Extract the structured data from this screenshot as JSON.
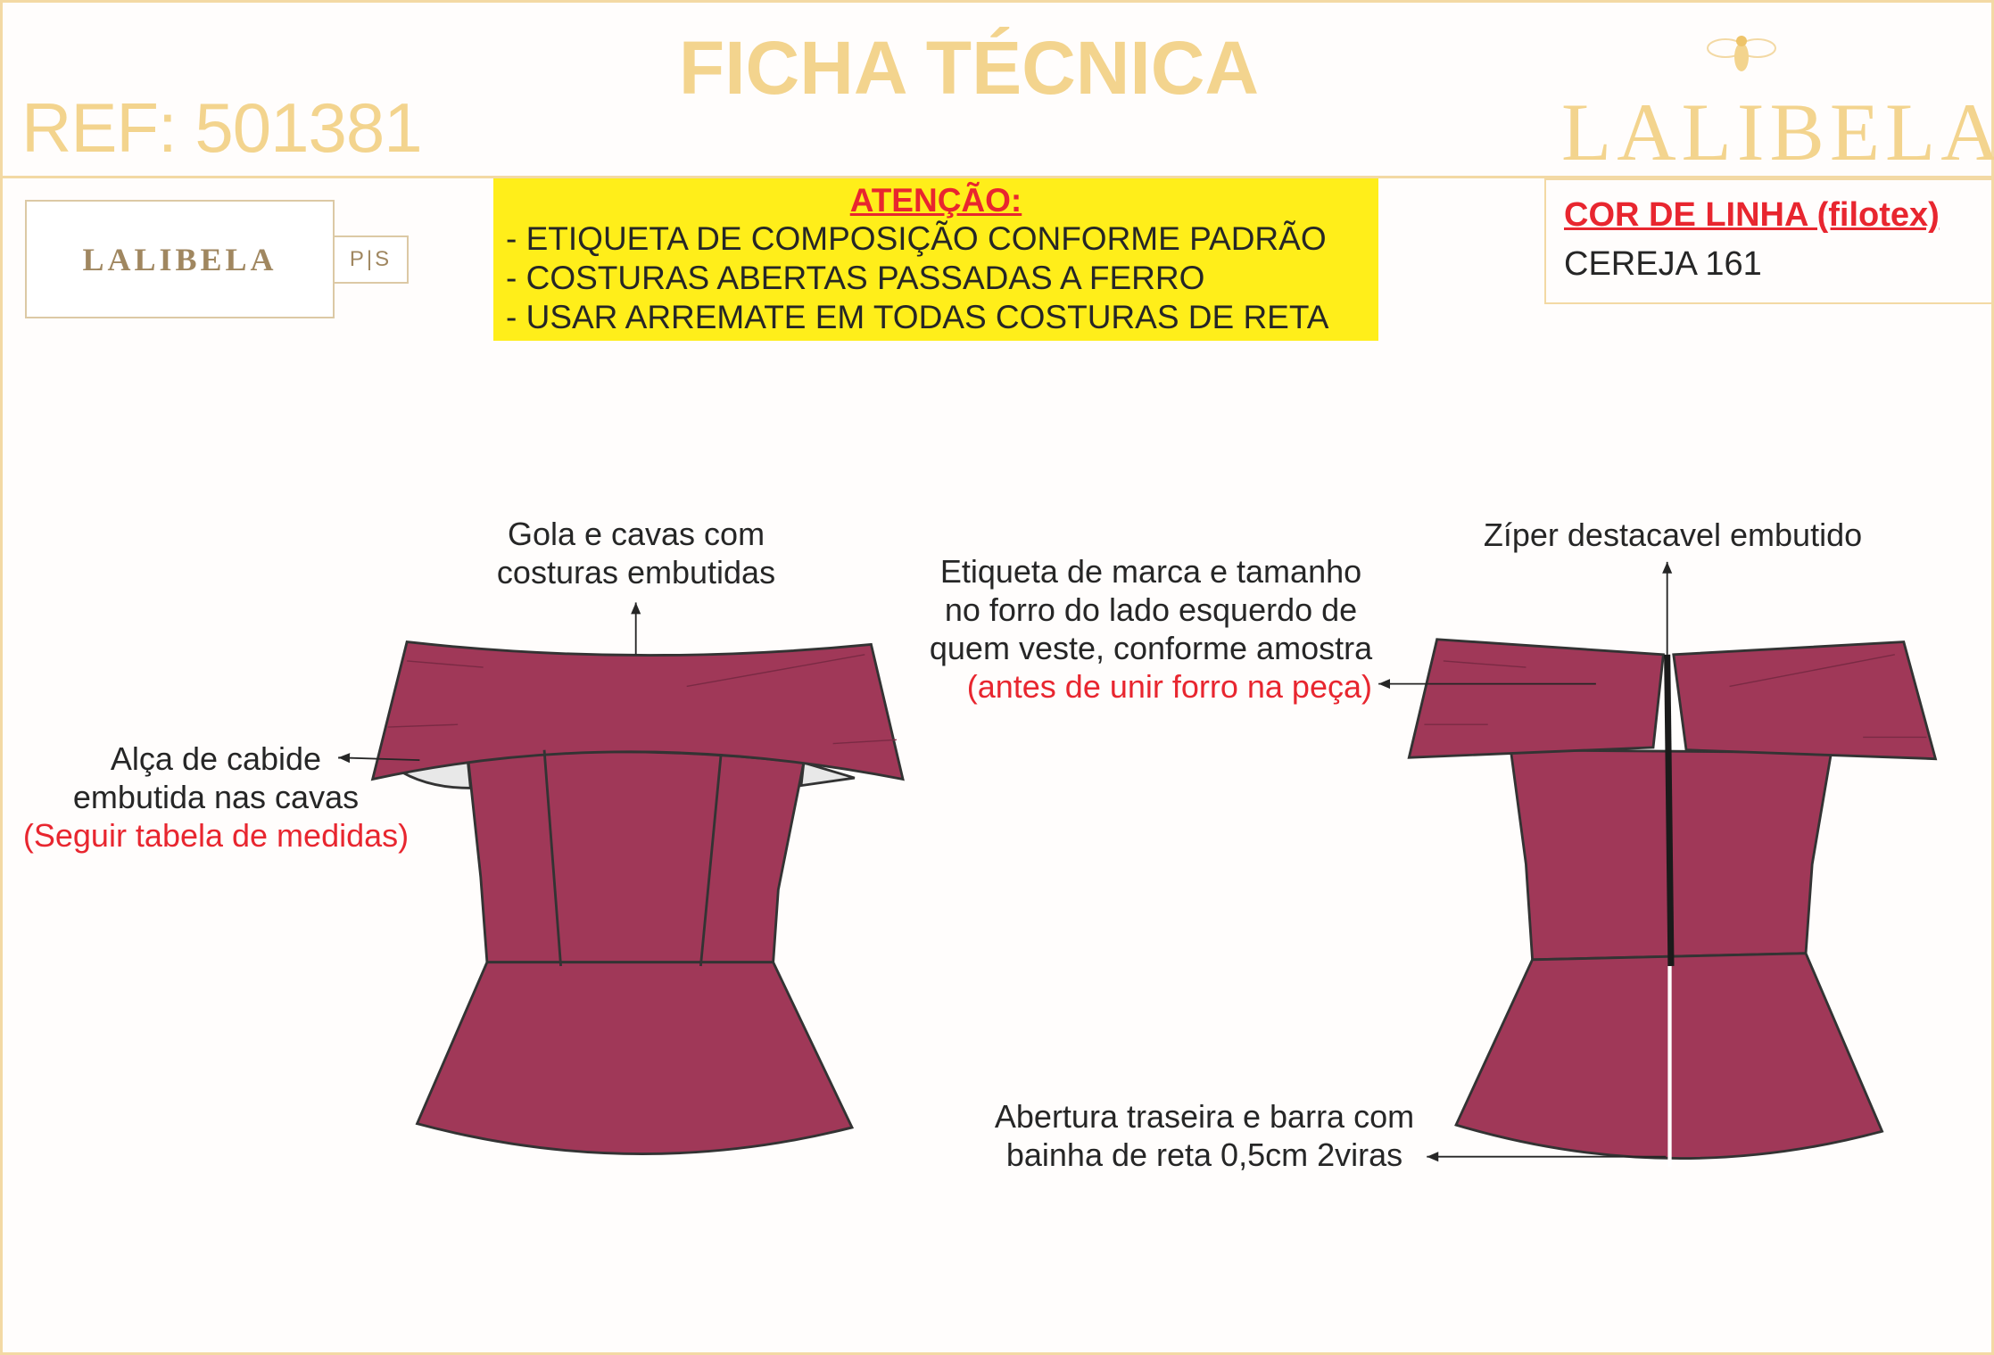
{
  "header": {
    "ref": "REF: 501381",
    "title": "FICHA TÉCNICA",
    "brand_logo": "LALIBELA",
    "logo_icon": "bee-icon"
  },
  "label": {
    "brand": "LALIBELA",
    "size": "P|S"
  },
  "attention": {
    "heading": "ATENÇÃO:",
    "lines": [
      "- ETIQUETA DE COMPOSIÇÃO CONFORME PADRÃO",
      "- COSTURAS ABERTAS PASSADAS A FERRO",
      "- USAR ARREMATE EM TODAS COSTURAS DE RETA"
    ]
  },
  "thread": {
    "heading": "COR DE LINHA (filotex)",
    "value": "CEREJA 161"
  },
  "notes": {
    "collar": [
      "Gola e cavas com",
      "costuras embutidas"
    ],
    "hanger": [
      "Alça de cabide",
      "embutida nas cavas",
      "(Seguir tabela de medidas)"
    ],
    "tag": [
      "Etiqueta de marca e tamanho",
      "no forro do lado esquerdo de",
      "quem veste, conforme amostra",
      "(antes de unir forro na peça)"
    ],
    "zipper": "Zíper destacavel embutido",
    "hem": [
      "Abertura traseira e barra com",
      "bainha de reta 0,5cm 2viras"
    ]
  },
  "colors": {
    "garment": "#a03858",
    "accent": "#f3d48e",
    "warning_bg": "#ffee1a",
    "red": "#e8262f"
  }
}
